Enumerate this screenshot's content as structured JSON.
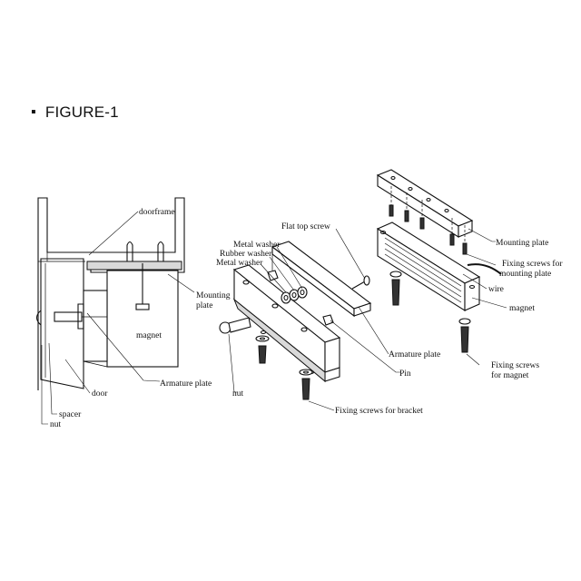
{
  "figure": {
    "bullet": "▪",
    "title": "FIGURE-1"
  },
  "labels": {
    "doorframe": "doorframe",
    "mounting_plate_left": "Mounting↵plate",
    "mounting_plate_left_line1": "Mounting",
    "mounting_plate_left_line2": "plate",
    "magnet_left": "magnet",
    "armature_plate_left": "Armature plate",
    "door": "door",
    "spacer": "spacer",
    "nut_left": "nut",
    "flat_top_screw": "Flat top screw",
    "metal_washer_1": "Metal washer",
    "rubber_washer": "Rubber washer",
    "metal_washer_2": "Metal washer",
    "nut_mid": "nut",
    "armature_plate_mid": "Armature plate",
    "pin": "Pin",
    "fixing_screws_bracket": "Fixing screws for bracket",
    "mounting_plate_right": "Mounting plate",
    "fixing_screws_mounting_line1": "Fixing screws for",
    "fixing_screws_mounting_line2": "mounting plate",
    "wire": "wire",
    "magnet_right": "magnet",
    "fixing_screws_magnet_line1": "Fixing screws",
    "fixing_screws_magnet_line2": "for magnet"
  }
}
